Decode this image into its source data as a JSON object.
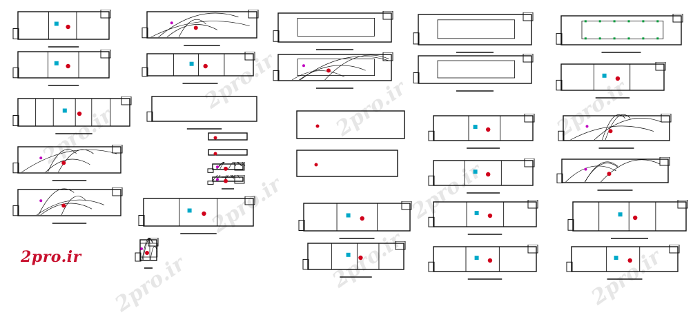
{
  "logo": {
    "text": "2pro.ir"
  },
  "watermark": {
    "text": "2pro.ir"
  },
  "colors": {
    "ink": "#111111",
    "accent": "#d0021b",
    "cyan": "#00a8c8",
    "green": "#009b3a",
    "magenta": "#c000c0",
    "watermark": "#b8b8b8"
  },
  "plans": [
    {
      "variant": "rooms"
    },
    {
      "variant": "rooms"
    },
    {
      "variant": "curves"
    },
    {
      "variant": "rooms"
    },
    {
      "variant": "hall"
    },
    {
      "variant": "hall-curved"
    },
    {
      "variant": "hall"
    },
    {
      "variant": "hall"
    },
    {
      "variant": "hall-dots"
    },
    {
      "variant": "rooms"
    },
    {
      "variant": "grid"
    },
    {
      "variant": "empty"
    },
    {
      "variant": "curves"
    },
    {
      "variant": "curves"
    },
    {
      "variant": "mini"
    },
    {
      "variant": "mini"
    },
    {
      "variant": "mini"
    },
    {
      "variant": "mini"
    },
    {
      "variant": "curves"
    },
    {
      "variant": "curves"
    },
    {
      "variant": "rooms"
    },
    {
      "variant": "rooms"
    },
    {
      "variant": "rooms"
    },
    {
      "variant": "rooms"
    },
    {
      "variant": "curves"
    },
    {
      "variant": "curves"
    },
    {
      "variant": "rooms"
    },
    {
      "variant": "rooms"
    },
    {
      "variant": "rooms"
    },
    {
      "variant": "rooms"
    },
    {
      "variant": "rooms"
    },
    {
      "variant": "hall-curved"
    },
    {
      "variant": "rooms"
    },
    {
      "variant": "curves"
    }
  ]
}
